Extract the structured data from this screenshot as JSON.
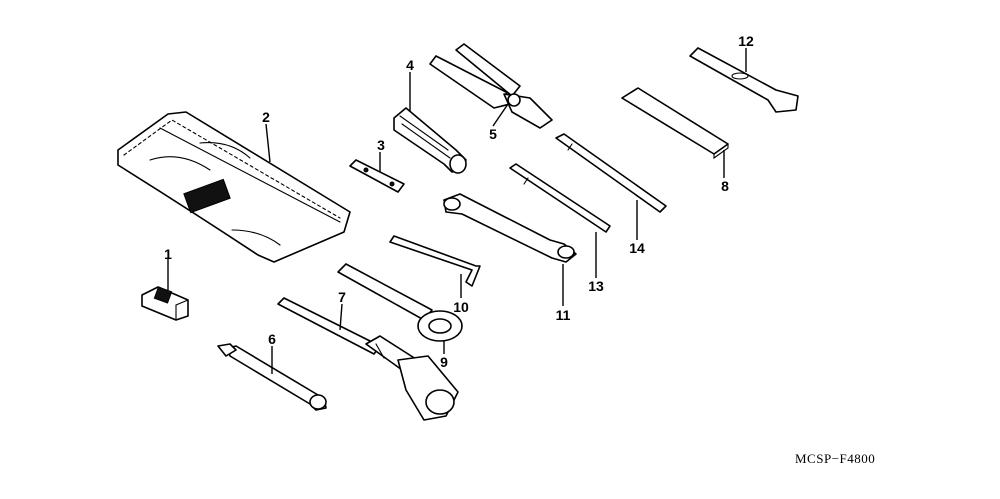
{
  "diagram_code": "MCSP−F4800",
  "callouts": {
    "p1": "1",
    "p2": "2",
    "p3": "3",
    "p4": "4",
    "p5": "5",
    "p6": "6",
    "p7": "7",
    "p8": "8",
    "p9": "9",
    "p10": "10",
    "p11": "11",
    "p12": "12",
    "p13": "13",
    "p14": "14"
  }
}
